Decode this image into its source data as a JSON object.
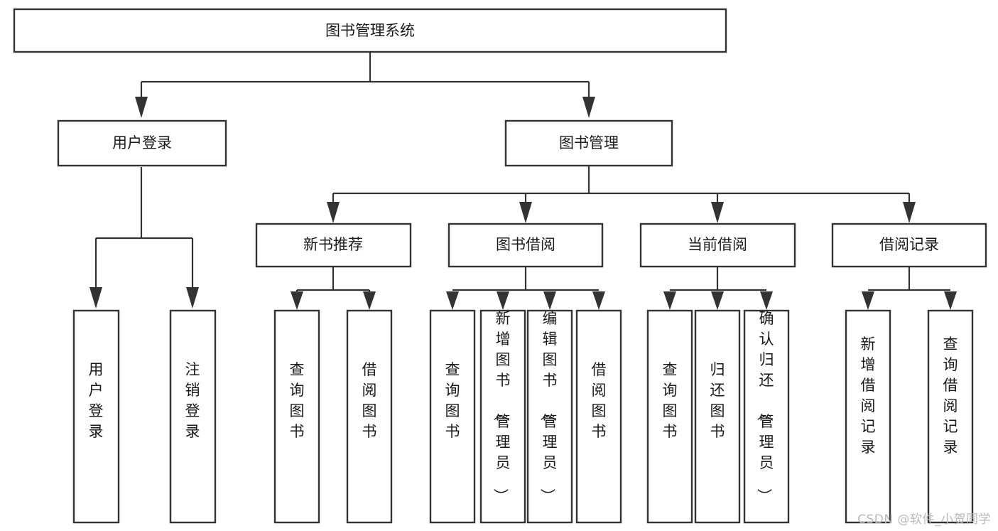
{
  "diagram": {
    "title": "图书管理系统",
    "watermark": "CSDN @软件_小贺同学",
    "colors": {
      "stroke": "#333333",
      "fill": "#ffffff",
      "text": "#1a1a1a",
      "watermark": "#b9b9b9",
      "background": "#ffffff"
    },
    "root": {
      "label": "图书管理系统"
    },
    "level1": [
      {
        "label": "用户登录"
      },
      {
        "label": "图书管理"
      }
    ],
    "level2": [
      {
        "label": "新书推荐"
      },
      {
        "label": "图书借阅"
      },
      {
        "label": "当前借阅"
      },
      {
        "label": "借阅记录"
      }
    ],
    "leaves": {
      "user_login": [
        {
          "label": "用户登录"
        },
        {
          "label": "注销登录"
        }
      ],
      "new_book_recommend": [
        {
          "label": "查询图书"
        },
        {
          "label": "借阅图书"
        }
      ],
      "book_borrow": [
        {
          "label": "查询图书"
        },
        {
          "label": "新增图书（管理员）"
        },
        {
          "label": "编辑图书（管理员）"
        },
        {
          "label": "借阅图书"
        }
      ],
      "current_borrow": [
        {
          "label": "查询图书"
        },
        {
          "label": "归还图书"
        },
        {
          "label": "确认归还（管理员）"
        }
      ],
      "borrow_records": [
        {
          "label": "新增借阅记录"
        },
        {
          "label": "查询借阅记录"
        }
      ]
    }
  },
  "chart_data": {
    "type": "diagram",
    "title": "图书管理系统",
    "structure": "tree",
    "nodes": [
      {
        "id": "root",
        "label": "图书管理系统",
        "level": 0,
        "parent": null
      },
      {
        "id": "n1",
        "label": "用户登录",
        "level": 1,
        "parent": "root"
      },
      {
        "id": "n2",
        "label": "图书管理",
        "level": 1,
        "parent": "root"
      },
      {
        "id": "n1a",
        "label": "用户登录",
        "level": 2,
        "parent": "n1"
      },
      {
        "id": "n1b",
        "label": "注销登录",
        "level": 2,
        "parent": "n1"
      },
      {
        "id": "n2a",
        "label": "新书推荐",
        "level": 2,
        "parent": "n2"
      },
      {
        "id": "n2b",
        "label": "图书借阅",
        "level": 2,
        "parent": "n2"
      },
      {
        "id": "n2c",
        "label": "当前借阅",
        "level": 2,
        "parent": "n2"
      },
      {
        "id": "n2d",
        "label": "借阅记录",
        "level": 2,
        "parent": "n2"
      },
      {
        "id": "n2a1",
        "label": "查询图书",
        "level": 3,
        "parent": "n2a"
      },
      {
        "id": "n2a2",
        "label": "借阅图书",
        "level": 3,
        "parent": "n2a"
      },
      {
        "id": "n2b1",
        "label": "查询图书",
        "level": 3,
        "parent": "n2b"
      },
      {
        "id": "n2b2",
        "label": "新增图书（管理员）",
        "level": 3,
        "parent": "n2b"
      },
      {
        "id": "n2b3",
        "label": "编辑图书（管理员）",
        "level": 3,
        "parent": "n2b"
      },
      {
        "id": "n2b4",
        "label": "借阅图书",
        "level": 3,
        "parent": "n2b"
      },
      {
        "id": "n2c1",
        "label": "查询图书",
        "level": 3,
        "parent": "n2c"
      },
      {
        "id": "n2c2",
        "label": "归还图书",
        "level": 3,
        "parent": "n2c"
      },
      {
        "id": "n2c3",
        "label": "确认归还（管理员）",
        "level": 3,
        "parent": "n2c"
      },
      {
        "id": "n2d1",
        "label": "新增借阅记录",
        "level": 3,
        "parent": "n2d"
      },
      {
        "id": "n2d2",
        "label": "查询借阅记录",
        "level": 3,
        "parent": "n2d"
      }
    ]
  }
}
